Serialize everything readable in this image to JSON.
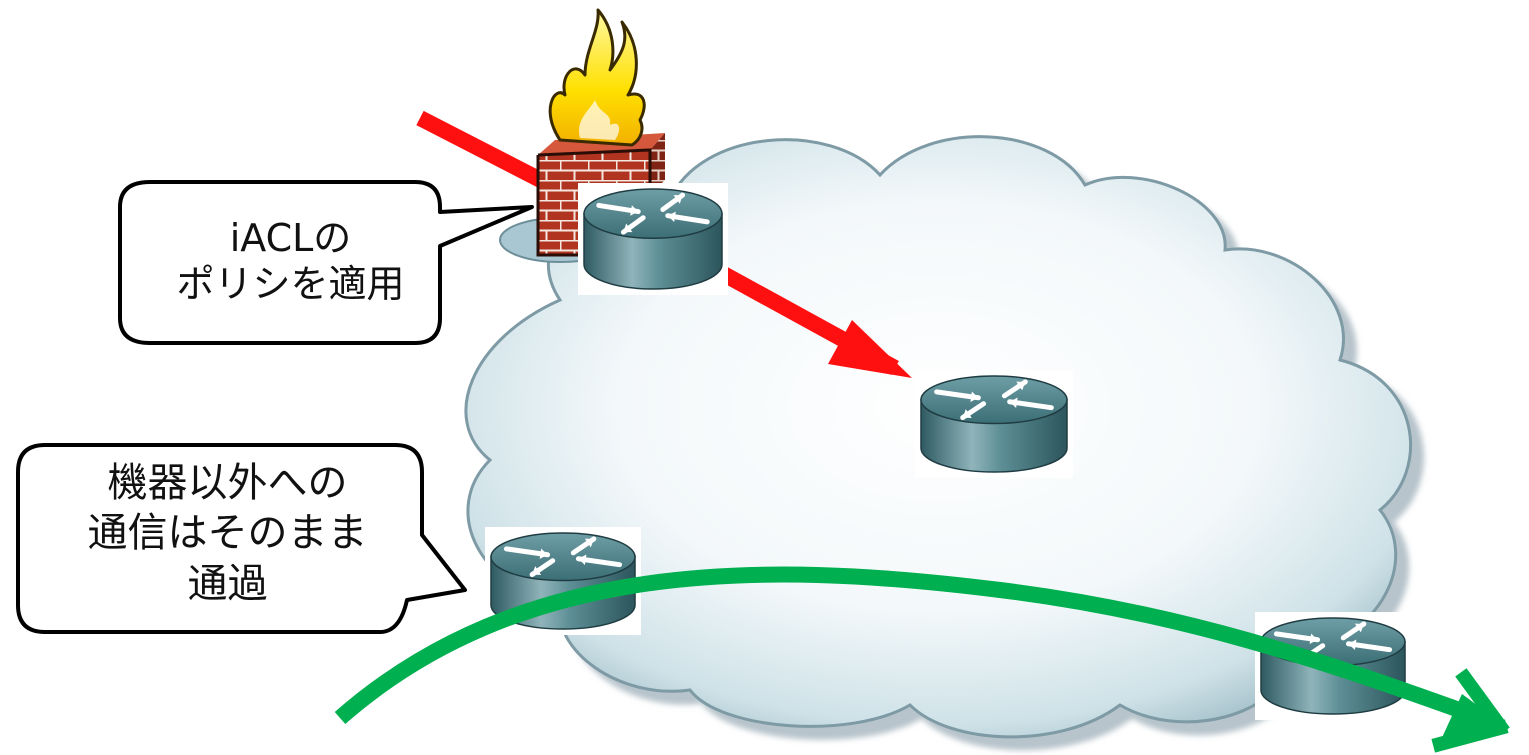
{
  "callouts": {
    "iacl": {
      "lines": [
        "iACLの",
        "ポリシを適用"
      ]
    },
    "passthrough": {
      "lines": [
        "機器以外への",
        "通信はそのまま",
        "通過"
      ]
    }
  },
  "colors": {
    "blocked_path": "#ff1010",
    "allowed_path": "#00b050",
    "cloud_edge": "#5e7f8a",
    "router_body": "#4d7e86",
    "firewall_brick": "#a8321e"
  },
  "icons": [
    "firewall-icon",
    "flame-icon",
    "router-icon",
    "cloud-icon"
  ]
}
